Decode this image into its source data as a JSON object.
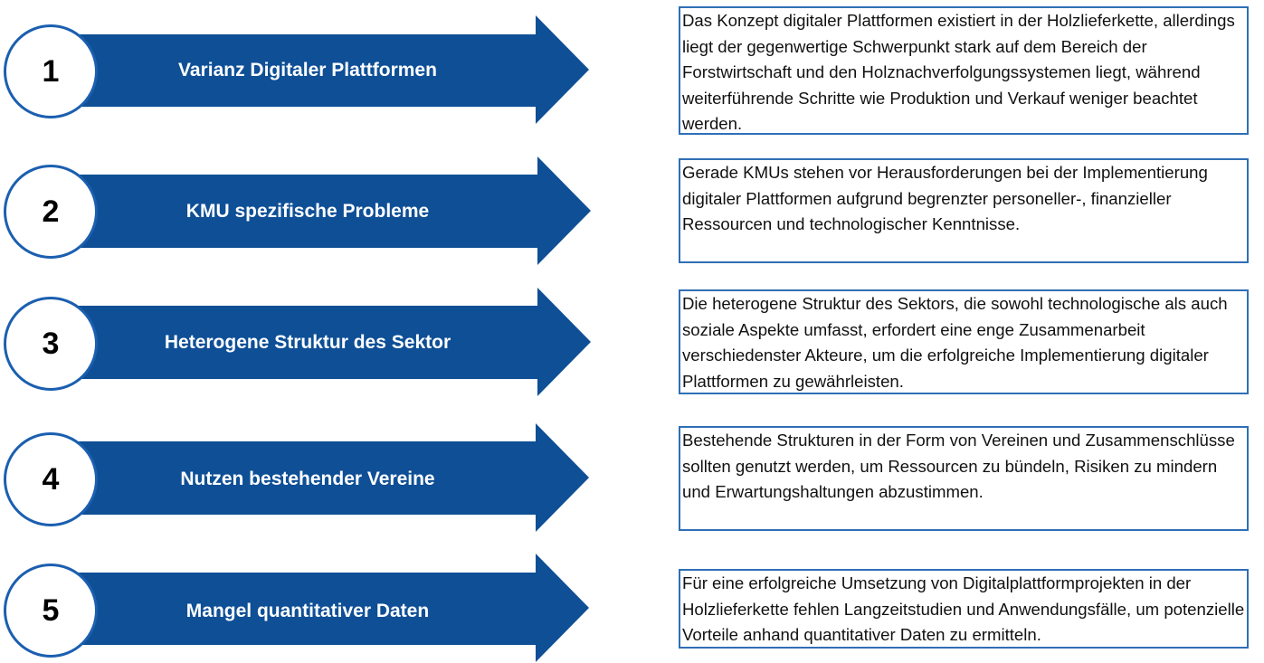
{
  "colors": {
    "arrow": "#0e4f96",
    "circle_border": "#1b5fb0",
    "box_border": "#2f6fb6"
  },
  "items": [
    {
      "number": "1",
      "label": "Varianz Digitaler Plattformen",
      "description": "Das Konzept digitaler Plattformen existiert in der Holzlieferkette, allerdings liegt der gegenwertige Schwerpunkt stark auf dem Bereich der Forstwirtschaft und den Holznachverfolgungssystemen liegt, während weiterführende Schritte wie Produktion und Verkauf weniger beachtet werden."
    },
    {
      "number": "2",
      "label": "KMU spezifische Probleme",
      "description": "Gerade KMUs stehen vor Herausforderungen bei der Implementierung digitaler Plattformen aufgrund begrenzter personeller-, finanzieller Ressourcen und technologischer Kenntnisse."
    },
    {
      "number": "3",
      "label": "Heterogene Struktur des Sektor",
      "description": "Die heterogene Struktur des Sektors, die sowohl technologische als auch soziale Aspekte umfasst, erfordert eine enge Zusammenarbeit verschiedenster Akteure, um die erfolgreiche Implementierung digitaler Plattformen zu gewährleisten."
    },
    {
      "number": "4",
      "label": "Nutzen bestehender Vereine",
      "description": "Bestehende Strukturen in der Form von Vereinen und Zusammenschlüsse sollten genutzt werden, um Ressourcen zu bündeln, Risiken zu mindern und Erwartungshaltungen abzustimmen."
    },
    {
      "number": "5",
      "label": "Mangel quantitativer Daten",
      "description": "Für eine erfolgreiche Umsetzung von Digitalplattformprojekten in der Holzlieferkette fehlen Langzeitstudien und Anwendungsfälle, um potenzielle Vorteile anhand quantitativer Daten zu ermitteln."
    }
  ]
}
